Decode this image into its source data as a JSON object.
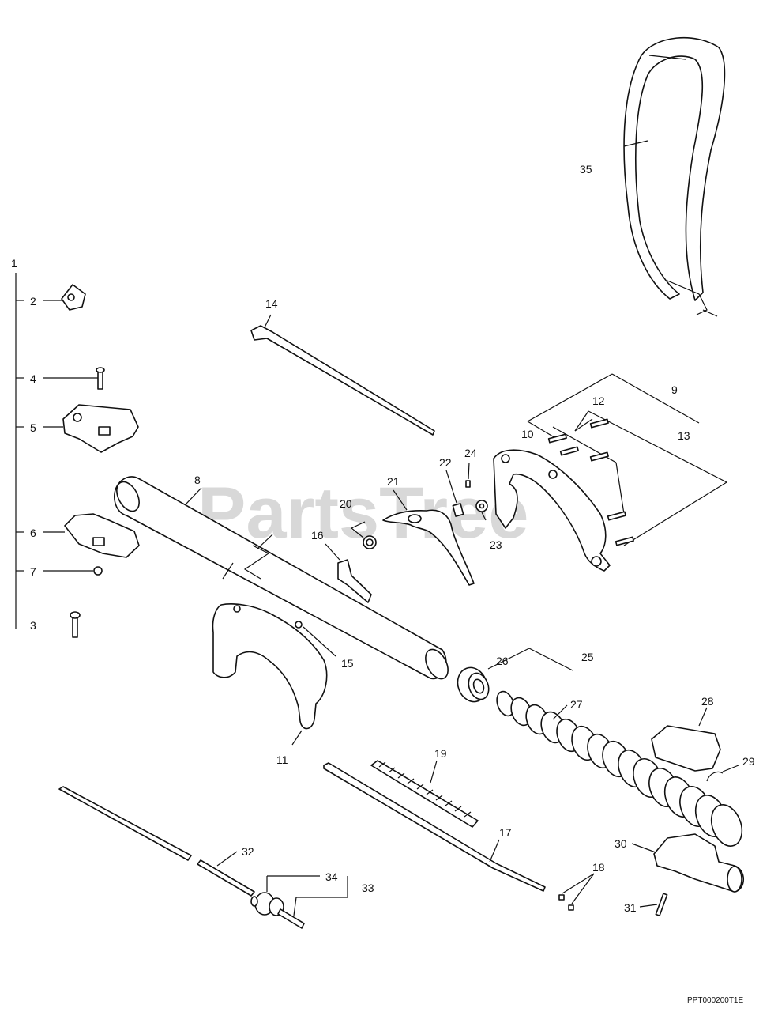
{
  "watermark": "PartsTree",
  "reference_code": "PPT000200T1E",
  "callouts": {
    "c1": "1",
    "c2": "2",
    "c3": "3",
    "c4": "4",
    "c5": "5",
    "c6": "6",
    "c7": "7",
    "c8": "8",
    "c9": "9",
    "c10": "10",
    "c11": "11",
    "c12": "12",
    "c13": "13",
    "c14": "14",
    "c15": "15",
    "c16": "16",
    "c17": "17",
    "c18": "18",
    "c19": "19",
    "c20": "20",
    "c21": "21",
    "c22": "22",
    "c23": "23",
    "c24": "24",
    "c25": "25",
    "c26": "26",
    "c27": "27",
    "c28": "28",
    "c29": "29",
    "c30": "30",
    "c31": "31",
    "c32": "32",
    "c33": "33",
    "c34": "34",
    "c35": "35"
  }
}
